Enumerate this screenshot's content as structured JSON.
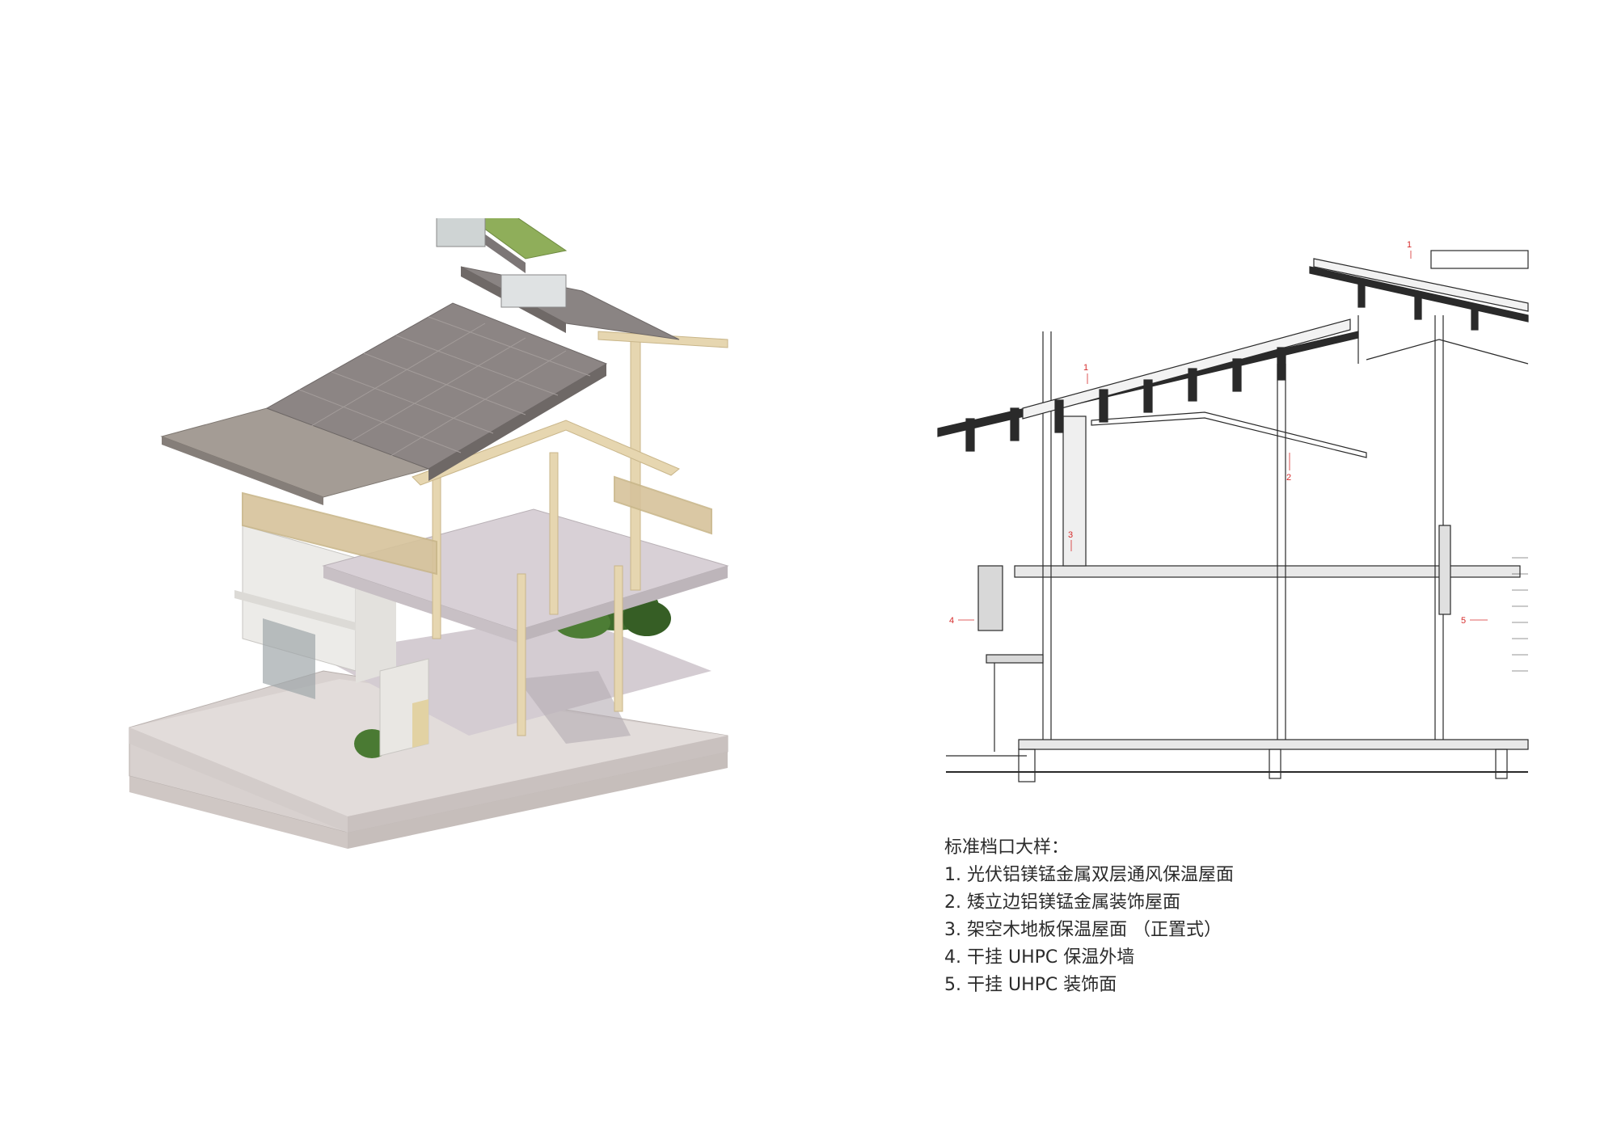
{
  "legend": {
    "title": "标准档口大样：",
    "items": [
      {
        "number": "1",
        "label": "光伏铝镁锰金属双层通风保温屋面"
      },
      {
        "number": "2",
        "label": "矮立边铝镁锰金属装饰屋面"
      },
      {
        "number": "3",
        "label": "架空木地板保温屋面 （正置式）"
      },
      {
        "number": "4",
        "label": "干挂 UHPC 保温外墙"
      },
      {
        "number": "5",
        "label": "干挂 UHPC 装饰面"
      }
    ]
  },
  "section_callouts": {
    "c1a": "1",
    "c1b": "1",
    "c2": "2",
    "c3": "3",
    "c4": "4",
    "c5": "5"
  },
  "colors": {
    "roof_panel": "#8c8584",
    "roof_corrugated": "#a49c95",
    "green_roof": "#8fae5a",
    "timber": "#e6d6b0",
    "slab": "#d9d2d0",
    "floor_interior": "#c9c2c8",
    "wall_white": "#ecebe8",
    "plants": "#3f6b2c",
    "line": "#2a2a2a",
    "callout_red": "#d62b2b"
  }
}
